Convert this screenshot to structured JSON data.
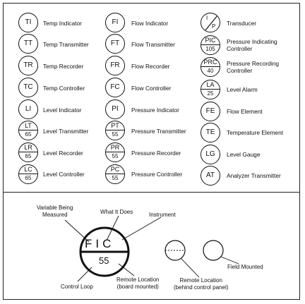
{
  "col1": [
    {
      "tag": "TI",
      "label": "Temp Indicator"
    },
    {
      "tag": "TT",
      "label": "Temp Transmitter"
    },
    {
      "tag": "TR",
      "label": "Temp Recorder"
    },
    {
      "tag": "TC",
      "label": "Temp Controller"
    },
    {
      "tag": "LI",
      "label": "Level Indicator"
    },
    {
      "tag": "LT",
      "num": "65",
      "label": "Level Transmitter"
    },
    {
      "tag": "LR",
      "num": "65",
      "label": "Level Recorder"
    },
    {
      "tag": "LC",
      "num": "65",
      "label": "Level Controller"
    }
  ],
  "col2": [
    {
      "tag": "FI",
      "label": "Flow Indicator"
    },
    {
      "tag": "FT",
      "label": "Flow Transmitter"
    },
    {
      "tag": "FR",
      "label": "Flow Recorder"
    },
    {
      "tag": "FC",
      "label": "Flow Controller"
    },
    {
      "tag": "PI",
      "label": "Pressure Indicator"
    },
    {
      "tag": "PT",
      "num": "55",
      "label": "Pressure Transmitter"
    },
    {
      "tag": "PR",
      "num": "55",
      "label": "Pressure Recorder"
    },
    {
      "tag": "PC",
      "num": "55",
      "label": "Pressure Controller"
    }
  ],
  "col3": [
    {
      "tag": "I",
      "num": "P",
      "label": "Transducer"
    },
    {
      "tag": "PIC",
      "num": "105",
      "label_lines": [
        "Pressure Indicating",
        "Controller"
      ]
    },
    {
      "tag": "PRC",
      "num": "40",
      "label_lines": [
        "Pressure Recording",
        "Controller"
      ]
    },
    {
      "tag": "LA",
      "num": "25",
      "label": "Level Alarm"
    },
    {
      "tag": "FE",
      "label": "Flow Element"
    },
    {
      "tag": "TE",
      "label": "Temperature Element"
    },
    {
      "tag": "LG",
      "label": "Level Gauge"
    },
    {
      "tag": "AT",
      "label": "Analyzer Transmitter"
    }
  ],
  "legend": {
    "big_tag": "FIC",
    "big_num": "55",
    "variable_line1": "Variable Being",
    "variable_line2": "Measured",
    "what_it_does": "What It Does",
    "instrument": "Instrument",
    "control_loop": "Control Loop",
    "remote_board_line1": "Remote Location",
    "remote_board_line2": "(board mounted)",
    "remote_panel_line1": "Remote Location",
    "remote_panel_line2": "(behind control panel)",
    "field_mounted": "Field Mounted"
  }
}
